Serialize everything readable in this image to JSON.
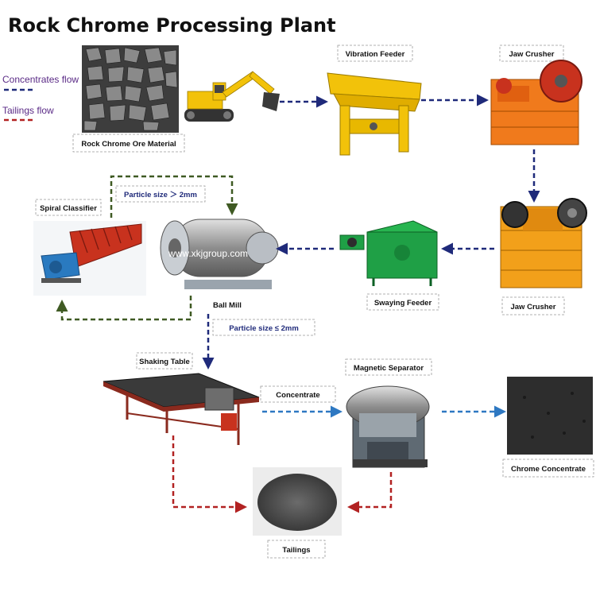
{
  "title": "Rock Chrome Processing Plant",
  "legend": {
    "concentrates": "Concentrates flow",
    "tailings": "Tailings flow"
  },
  "labels": {
    "ore": "Rock Chrome Ore Material",
    "vibration_feeder": "Vibration Feeder",
    "jaw_crusher_1": "Jaw Crusher",
    "jaw_crusher_2": "Jaw Crusher",
    "spiral_classifier": "Spiral Classifier",
    "ball_mill": "Ball Mill",
    "swaying_feeder": "Swaying Feeder",
    "shaking_table": "Shaking Table",
    "magnetic_separator": "Magnetic Separator",
    "concentrate_flow": "Concentrate",
    "chrome_concentrate": "Chrome Concentrate",
    "tailings": "Tailings",
    "particle_gt": "Particle size ＞ 2mm",
    "particle_le": "Particle size ≤ 2mm"
  },
  "watermark": "www.xkjgroup.com",
  "colors": {
    "concentrates_flow": "#1f2a7a",
    "tailings_flow": "#b22222",
    "recycle_flow": "#3f5a23",
    "concentrate_blue": "#2e78c2",
    "machine_yellow": "#f2c20a",
    "machine_orange": "#f07a1c",
    "machine_green": "#1fa046",
    "machine_red": "#c8321e"
  }
}
